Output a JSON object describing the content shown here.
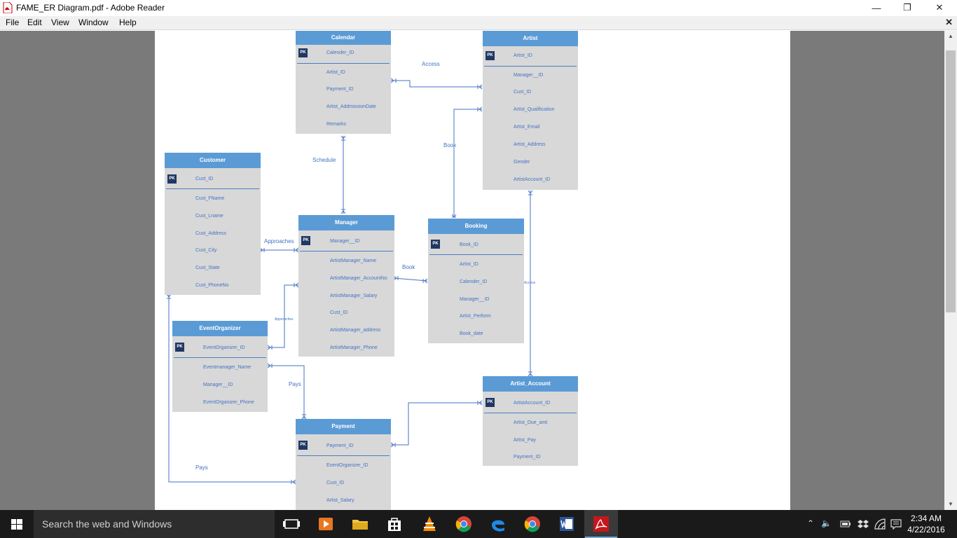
{
  "window": {
    "title": "FAME_ER Diagram.pdf - Adobe Reader",
    "minimize_glyph": "—",
    "restore_glyph": "❐",
    "close_glyph": "✕",
    "doc_close_glyph": "✕"
  },
  "menu": {
    "items": [
      "File",
      "Edit",
      "View",
      "Window",
      "Help"
    ]
  },
  "diagram": {
    "pk_label": "PK",
    "entities": {
      "calendar": {
        "title": "Calendar",
        "pk": "Calender_ID",
        "attrs": [
          "Artist_ID",
          "Payment_ID",
          "Artist_AddmissionDate",
          "Remarks"
        ]
      },
      "artist": {
        "title": "Artist",
        "pk": "Artist_ID",
        "attrs": [
          "Manager__ID",
          "Cust_ID",
          "Artist_Qualification",
          "Artist_Email",
          "Artist_Address",
          "Gender",
          "ArtistAccount_ID"
        ]
      },
      "customer": {
        "title": "Customer",
        "pk": "Cust_ID",
        "attrs": [
          "Cust_FName",
          "Cust_Lname",
          "Cust_Address",
          "Cust_City",
          "Cust_State",
          "Cust_PhoneNo"
        ]
      },
      "manager": {
        "title": "Manager",
        "pk": "Manager__ID",
        "attrs": [
          "ArtistManager_Name",
          "ArtistManager_AccountNo",
          "ArtistManager_Salary",
          "Cust_ID",
          "ArtistManager_address",
          "ArtistManager_Phone"
        ]
      },
      "booking": {
        "title": "Booking",
        "pk": "Book_ID",
        "attrs": [
          "Artist_ID",
          "Calender_ID",
          "Manager__ID",
          "Artist_Perform",
          "Book_date"
        ]
      },
      "eventorganizer": {
        "title": "EventOrganizer",
        "pk": "EventOrganizer_ID",
        "attrs": [
          "Eventmanager_Name",
          "Manager__ID",
          "EventOrganizer_Phone"
        ]
      },
      "artist_account": {
        "title": "Artist_Account",
        "pk": "ArtistAccount_ID",
        "attrs": [
          "Artist_Due_amt",
          "Artist_Pay",
          "Payment_ID"
        ]
      },
      "payment": {
        "title": "Payment",
        "pk": "Payment_ID",
        "attrs": [
          "EventOrganizer_ID",
          "Cust_ID",
          "Artist_Salary"
        ]
      }
    },
    "relationships": {
      "access_top": "Access",
      "book_artist": "Book",
      "schedule": "Schedule",
      "approaches_customer": "Approaches",
      "book_manager": "Book",
      "access_account": "Access",
      "approaches_eo": "Approaches",
      "pays_eo": "Pays",
      "pays_customer": "Pays"
    }
  },
  "taskbar": {
    "search_placeholder": "Search the web and Windows",
    "apps": [
      "task-view",
      "media-player",
      "file-explorer",
      "store",
      "vlc",
      "chrome",
      "edge",
      "chrome",
      "word",
      "adobe-reader"
    ],
    "clock_time": "2:34 AM",
    "clock_date": "4/22/2016"
  }
}
